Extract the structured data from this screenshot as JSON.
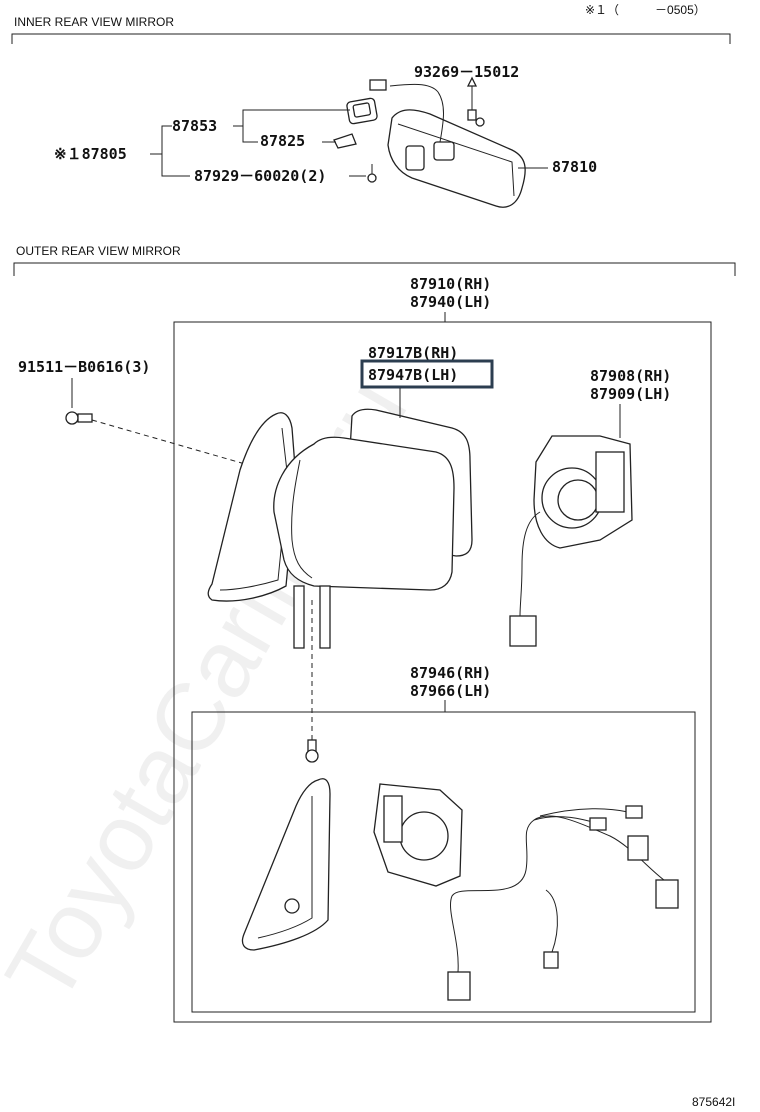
{
  "header": {
    "inner_title": "INNER REAR VIEW MIRROR",
    "note": "※１（　　　－0505）",
    "outer_title": "OUTER REAR VIEW MIRROR"
  },
  "inner_parts": {
    "p93269": "93269－15012",
    "p87853": "87853",
    "p87825": "87825",
    "p87805": "※１87805",
    "p87929": "87929－60020(2)",
    "p87810": "87810"
  },
  "outer_parts": {
    "p87910": "87910(RH)",
    "p87940": "87940(LH)",
    "p91511": "91511－B0616(3)",
    "p87917": "87917B(RH)",
    "p87947": "87947B(LH)",
    "p87908": "87908(RH)",
    "p87909": "87909(LH)",
    "p87946": "87946(RH)",
    "p87966": "87966(LH)"
  },
  "watermark": "ToyotaCarline.ru",
  "figure_code": "875642I",
  "colors": {
    "highlight": "#2c3e50",
    "line": "#222222"
  }
}
